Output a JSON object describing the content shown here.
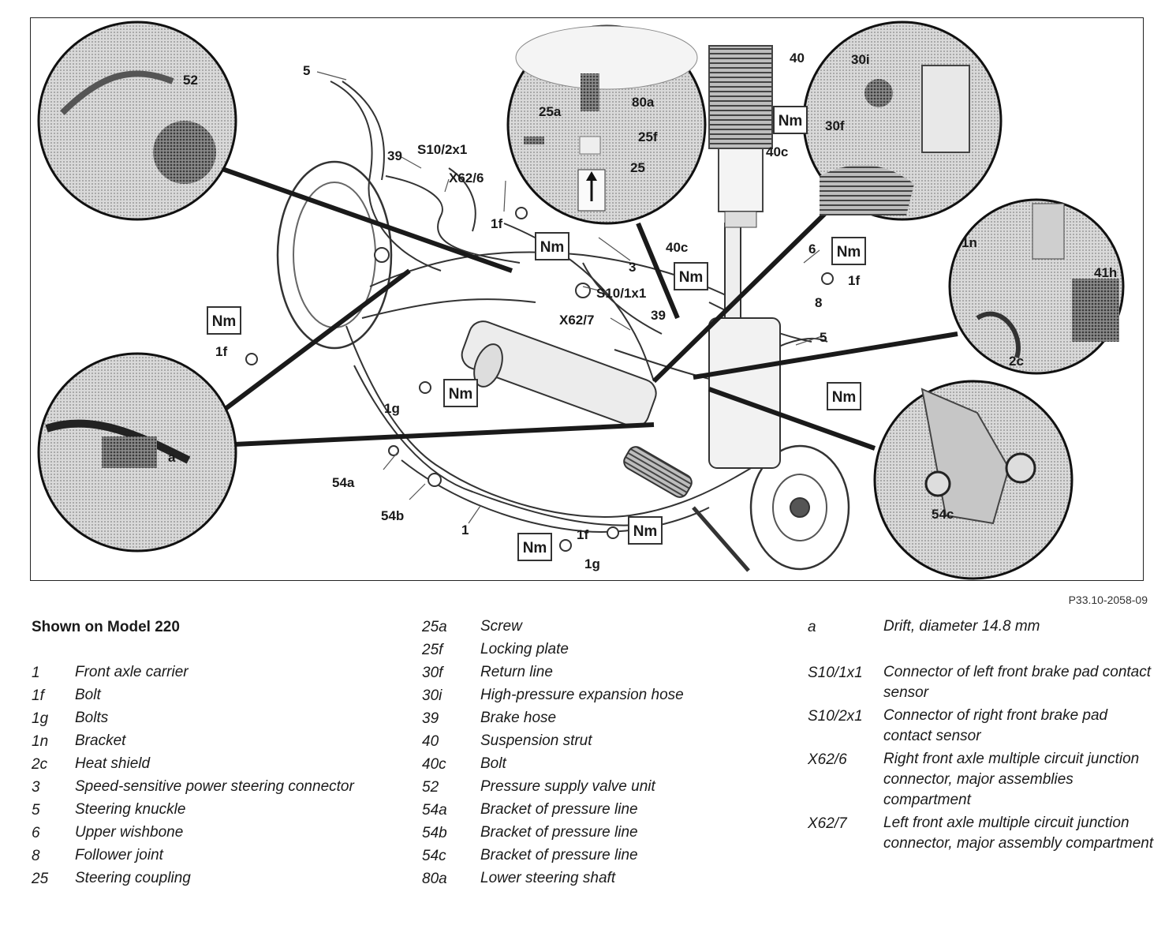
{
  "figure": {
    "reference": "P33.10-2058-09",
    "torque_symbol": "Nm",
    "callouts": {
      "c52": "52",
      "c5a": "5",
      "c39a": "39",
      "s10_2x1": "S10/2x1",
      "x62_6": "X62/6",
      "c25a": "25a",
      "c80a": "80a",
      "c25f": "25f",
      "c25": "25",
      "c40": "40",
      "c40c_a": "40c",
      "c40c_b": "40c",
      "c30i": "30i",
      "c30f": "30f",
      "c1f_a": "1f",
      "c3": "3",
      "s10_1x1": "S10/1x1",
      "x62_7": "X62/7",
      "c39b": "39",
      "c6": "6",
      "c1f_b": "1f",
      "c8": "8",
      "c5b": "5",
      "c1n": "1n",
      "c41h": "41h",
      "c2c": "2c",
      "c1f_c": "1f",
      "c1g_a": "1g",
      "ca": "a",
      "c54a": "54a",
      "c54b": "54b",
      "c1": "1",
      "c1f_d": "1f",
      "c1g_b": "1g",
      "c54c": "54c"
    }
  },
  "legend": {
    "heading": "Shown on Model 220",
    "col1": [
      {
        "code": "1",
        "desc": "Front axle carrier"
      },
      {
        "code": "1f",
        "desc": "Bolt"
      },
      {
        "code": "1g",
        "desc": "Bolts"
      },
      {
        "code": "1n",
        "desc": "Bracket"
      },
      {
        "code": "2c",
        "desc": "Heat shield"
      },
      {
        "code": "3",
        "desc": "Speed-sensitive power steering connector"
      },
      {
        "code": "5",
        "desc": "Steering knuckle"
      },
      {
        "code": "6",
        "desc": "Upper wishbone"
      },
      {
        "code": "8",
        "desc": "Follower joint"
      },
      {
        "code": "25",
        "desc": "Steering coupling"
      }
    ],
    "col2": [
      {
        "code": "25a",
        "desc": "Screw"
      },
      {
        "code": "25f",
        "desc": "Locking plate"
      },
      {
        "code": "30f",
        "desc": "Return line"
      },
      {
        "code": "30i",
        "desc": "High-pressure expansion hose"
      },
      {
        "code": "39",
        "desc": "Brake hose"
      },
      {
        "code": "40",
        "desc": "Suspension strut"
      },
      {
        "code": "40c",
        "desc": "Bolt"
      },
      {
        "code": "52",
        "desc": "Pressure supply valve unit"
      },
      {
        "code": "54a",
        "desc": "Bracket of pressure line"
      },
      {
        "code": "54b",
        "desc": "Bracket of pressure line"
      },
      {
        "code": "54c",
        "desc": "Bracket of pressure line"
      },
      {
        "code": "80a",
        "desc": "Lower steering shaft"
      }
    ],
    "col3_first": {
      "code": "a",
      "desc": "Drift, diameter 14.8 mm"
    },
    "col3": [
      {
        "code": "S10/1x1",
        "desc": "Connector of left front brake pad contact sensor"
      },
      {
        "code": "S10/2x1",
        "desc": "Connector of right front brake pad contact sensor"
      },
      {
        "code": "X62/6",
        "desc": "Right front axle multiple circuit junction connector, major assemblies compartment"
      },
      {
        "code": "X62/7",
        "desc": "Left front axle multiple circuit junction connector, major assembly compartment"
      }
    ]
  }
}
